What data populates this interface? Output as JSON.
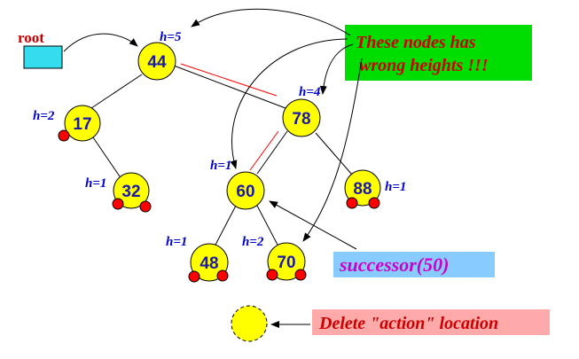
{
  "root": {
    "label": "root"
  },
  "nodes": [
    {
      "id": "n44",
      "value": "44",
      "height": "h=5"
    },
    {
      "id": "n17",
      "value": "17",
      "height": "h=2"
    },
    {
      "id": "n78",
      "value": "78",
      "height": "h=4"
    },
    {
      "id": "n32",
      "value": "32",
      "height": "h=1"
    },
    {
      "id": "n60",
      "value": "60",
      "height": "h=1"
    },
    {
      "id": "n88",
      "value": "88",
      "height": "h=1"
    },
    {
      "id": "n48",
      "value": "48",
      "height": "h=1"
    },
    {
      "id": "n70",
      "value": "70",
      "height": "h=2"
    }
  ],
  "callouts": {
    "wrong_heights_line1": "These nodes has",
    "wrong_heights_line2": "wrong heights !!!",
    "successor": "successor(50)",
    "delete_action": "Delete \"action\" location"
  },
  "colors": {
    "node_fill": "#ffff00",
    "null_leaf": "#ff0000",
    "root_box": "#33ddee",
    "wrong_heights_bg": "#00dd00",
    "wrong_heights_text": "#cc0000",
    "successor_bg": "#88ccff",
    "successor_text": "#cc00cc",
    "delete_bg": "#ffaaaa",
    "delete_text": "#cc0000"
  }
}
